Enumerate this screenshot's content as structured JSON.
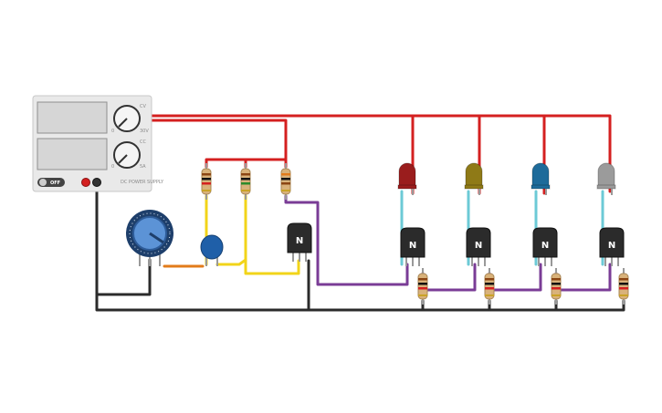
{
  "power_supply": {
    "voltage_max": "30V",
    "current_max": "5A",
    "voltage_min": "0",
    "current_min": "0",
    "cc_label": "CC",
    "cv_label": "CV",
    "switch_label": "OFF",
    "model_text": "DC POWER SUPPLY"
  },
  "transistors": [
    {
      "label": "N",
      "type": "npn"
    },
    {
      "label": "N",
      "type": "npn"
    },
    {
      "label": "N",
      "type": "npn"
    },
    {
      "label": "N",
      "type": "npn"
    },
    {
      "label": "N",
      "type": "npn"
    }
  ],
  "leds": [
    {
      "color_name": "red",
      "color": "#9a1d1d"
    },
    {
      "color_name": "yellow",
      "color": "#8f7a17"
    },
    {
      "color_name": "blue",
      "color": "#1e6b9a"
    },
    {
      "color_name": "white",
      "color": "#9b9b9b"
    }
  ],
  "wire_colors": {
    "positive": "#d42020",
    "ground": "#2b2b2b",
    "signal_yellow": "#f2d419",
    "signal_purple": "#7a3c96",
    "orange": "#e27b1a",
    "led_leg": "#6ccad6"
  },
  "component_colors": {
    "potentiometer": "#3b78c4",
    "capacitor": "#1f5fa8",
    "resistor_body": "#d9b27a"
  }
}
